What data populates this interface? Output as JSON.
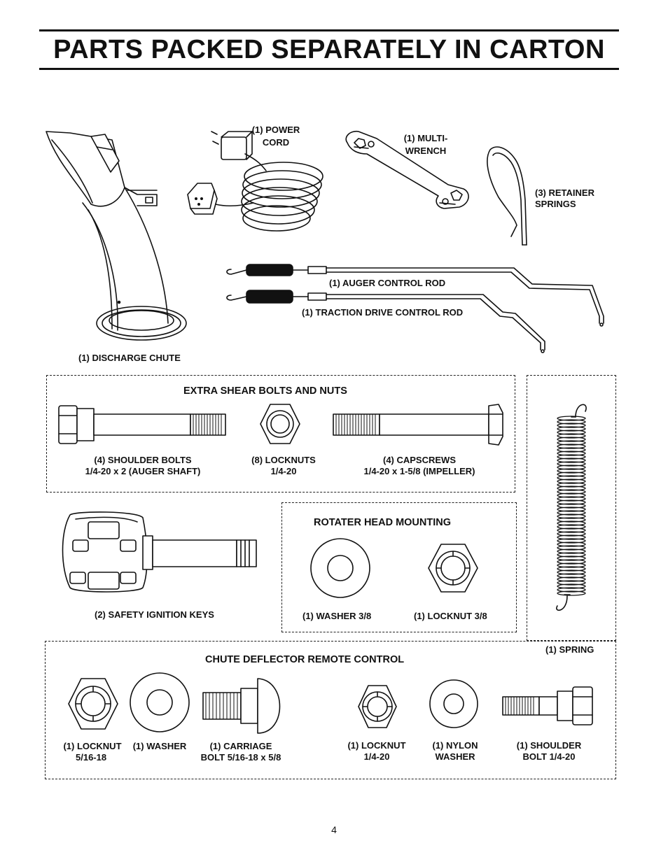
{
  "title": "PARTS PACKED SEPARATELY IN CARTON",
  "page_number": "4",
  "top_parts": {
    "power_cord": [
      "(1) POWER",
      "CORD"
    ],
    "multi_wrench": [
      "(1) MULTI-",
      "WRENCH"
    ],
    "retainer_springs": [
      "(3) RETAINER",
      "SPRINGS"
    ],
    "auger_rod": "(1) AUGER CONTROL ROD",
    "traction_rod": "(1) TRACTION DRIVE CONTROL ROD",
    "discharge_chute": "(1) DISCHARGE CHUTE"
  },
  "shear": {
    "heading": "EXTRA SHEAR BOLTS AND NUTS",
    "shoulder_bolts": [
      "(4) SHOULDER BOLTS",
      "1/4-20 x 2 (AUGER SHAFT)"
    ],
    "locknuts": [
      "(8) LOCKNUTS",
      "1/4-20"
    ],
    "capscrews": [
      "(4) CAPSCREWS",
      "1/4-20 x 1-5/8 (IMPELLER)"
    ]
  },
  "keys": "(2) SAFETY IGNITION KEYS",
  "rotater": {
    "heading": "ROTATER HEAD MOUNTING",
    "washer": "(1) WASHER  3/8",
    "locknut": "(1) LOCKNUT  3/8"
  },
  "spring": "(1) SPRING",
  "chute_remote": {
    "heading": "CHUTE DEFLECTOR REMOTE CONTROL",
    "locknut_516": [
      "(1) LOCKNUT",
      "5/16-18"
    ],
    "washer": "(1) WASHER",
    "carriage_bolt": [
      "(1) CARRIAGE",
      "BOLT  5/16-18 x 5/8"
    ],
    "locknut_14": [
      "(1) LOCKNUT",
      "1/4-20"
    ],
    "nylon_washer": [
      "(1) NYLON",
      "WASHER"
    ],
    "shoulder_bolt": [
      "(1) SHOULDER",
      "BOLT  1/4-20"
    ]
  }
}
